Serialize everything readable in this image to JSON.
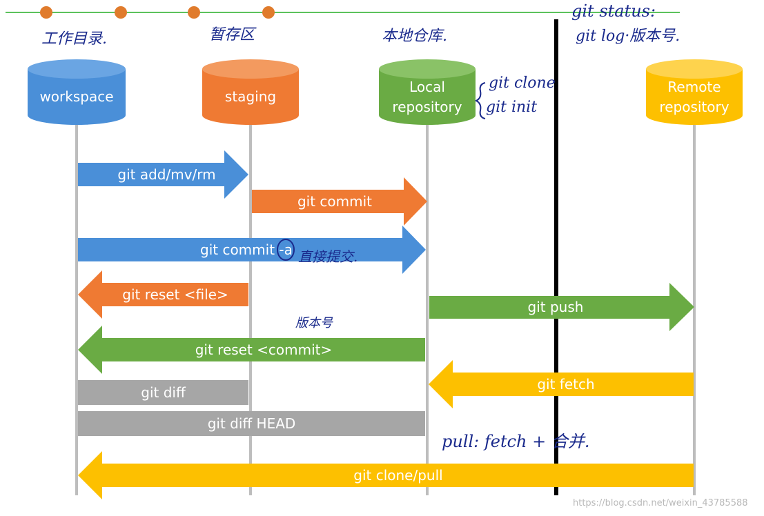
{
  "top_notes": {
    "workspace": "工作目录.",
    "staging": "暂存区",
    "local": "本地仓库.",
    "status": "git status:",
    "log": "git log·版本号."
  },
  "nodes": [
    {
      "id": "workspace",
      "lines": [
        "workspace"
      ],
      "color": "#4a8fd8"
    },
    {
      "id": "staging",
      "lines": [
        "staging"
      ],
      "color": "#ef7a33"
    },
    {
      "id": "local",
      "lines": [
        "Local",
        "repository"
      ],
      "color": "#6aab44"
    },
    {
      "id": "remote",
      "lines": [
        "Remote",
        "repository"
      ],
      "color": "#fdc000"
    }
  ],
  "side_notes": {
    "clone": "git clone",
    "init": "git init",
    "commit_a": "直接提交.",
    "version": "版本号",
    "pull": "pull: fetch + 合并."
  },
  "arrows": {
    "add": "git add/mv/rm",
    "commit": "git commit",
    "commit_a": "git commit -a",
    "reset_file": "git reset <file>",
    "push": "git push",
    "reset_commit": "git reset <commit>",
    "fetch": "git fetch",
    "clone_pull": "git clone/pull"
  },
  "bars": {
    "diff": "git diff",
    "diff_head": "git diff HEAD"
  },
  "colors": {
    "blue": "#4a8fd8",
    "orange": "#ef7a33",
    "green": "#6aab44",
    "yellow": "#fdc000",
    "gray": "#a6a6a6",
    "lifeline": "#bdbdbd",
    "note_line": "#5cc25c",
    "dot": "#e07b2c",
    "ink": "#1a2a8c"
  },
  "watermark": "https://blog.csdn.net/weixin_43785588"
}
